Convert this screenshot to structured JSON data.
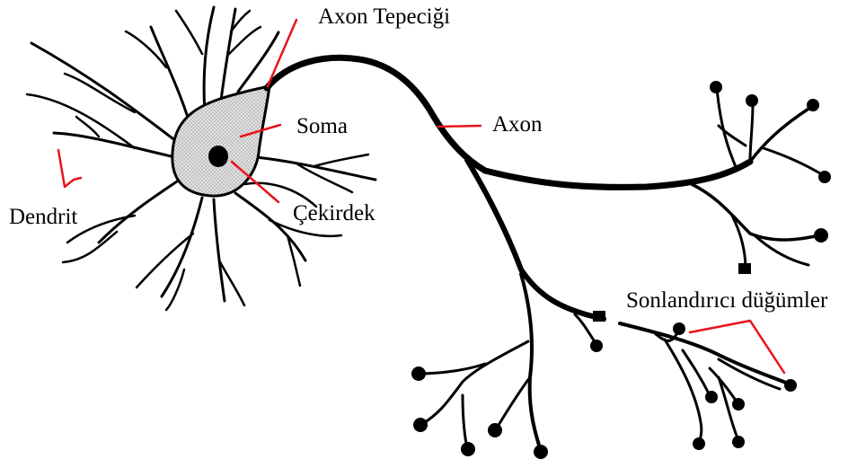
{
  "labels": {
    "axon_hillock": "Axon Tepeciği",
    "soma": "Soma",
    "axon": "Axon",
    "nucleus": "Çekirdek",
    "dendrite": "Dendrit",
    "terminals": "Sonlandırıcı düğümler"
  },
  "colors": {
    "stroke": "#000000",
    "pointer": "#e8141b",
    "soma_fill": "#d6d6d6",
    "background": "#ffffff"
  }
}
